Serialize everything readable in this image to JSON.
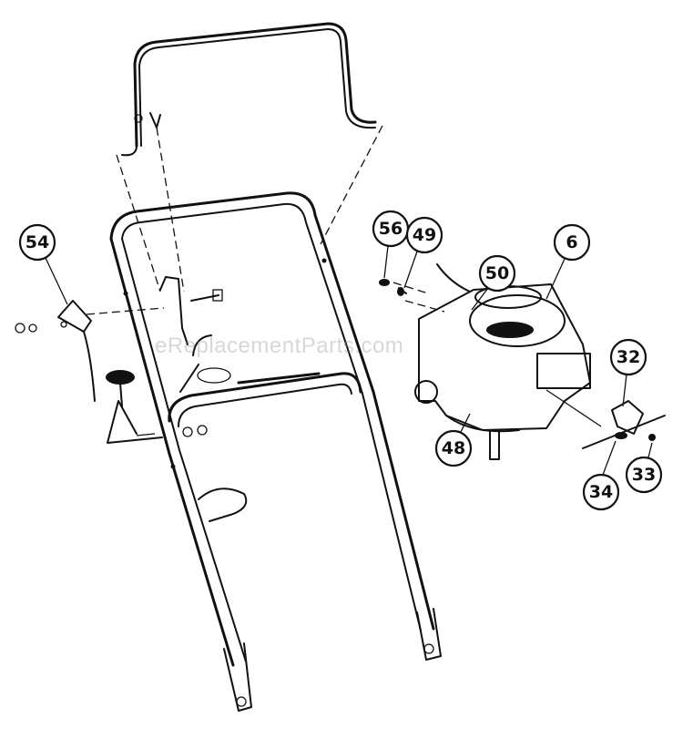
{
  "watermark": "eReplacementParts.com",
  "callouts": {
    "c54": "54",
    "c56": "56",
    "c49": "49",
    "c50": "50",
    "c6": "6",
    "c32": "32",
    "c48": "48",
    "c34": "34",
    "c33": "33"
  },
  "colors": {
    "line": "#111111",
    "background": "#ffffff"
  }
}
